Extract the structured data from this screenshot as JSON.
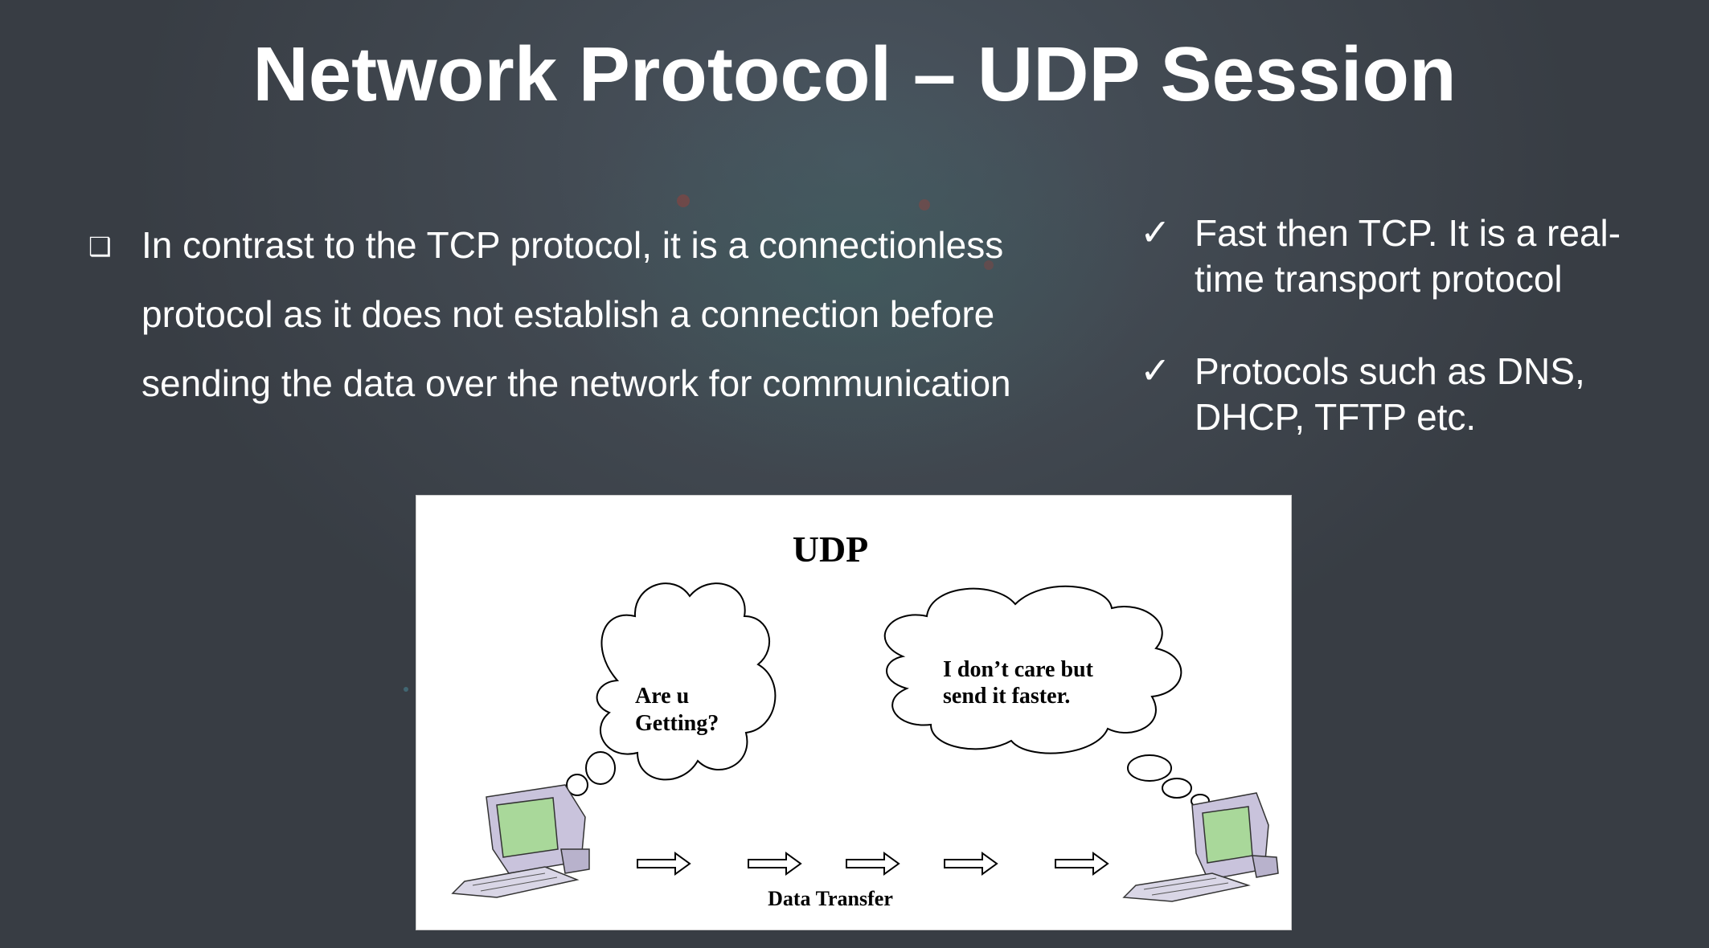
{
  "slide": {
    "title": "Network Protocol – UDP Session"
  },
  "left_bullet": {
    "lines": [
      "In contrast to the TCP protocol, it is a connectionless",
      "protocol as it does not establish a connection before",
      "sending the data over the network for communication"
    ]
  },
  "right_bullets": [
    {
      "lines": [
        "Fast then TCP. It is a real-",
        "time transport protocol"
      ]
    },
    {
      "lines": [
        "Protocols such as DNS,",
        "DHCP, TFTP etc."
      ]
    }
  ],
  "diagram": {
    "title": "UDP",
    "left_thought": [
      "Are u",
      "Getting?"
    ],
    "right_thought": [
      "I don’t care but",
      "send it faster."
    ],
    "caption": "Data Transfer"
  },
  "colors": {
    "background": "#40474f",
    "text": "#ffffff",
    "diagram_bg": "#ffffff",
    "monitor_screen": "#a9d89a",
    "monitor_body": "#c9c3dc"
  },
  "icons": {
    "bullet": "square-bullet-icon",
    "check": "checkmark-icon",
    "arrow": "right-arrow-icon",
    "computer": "computer-icon"
  }
}
